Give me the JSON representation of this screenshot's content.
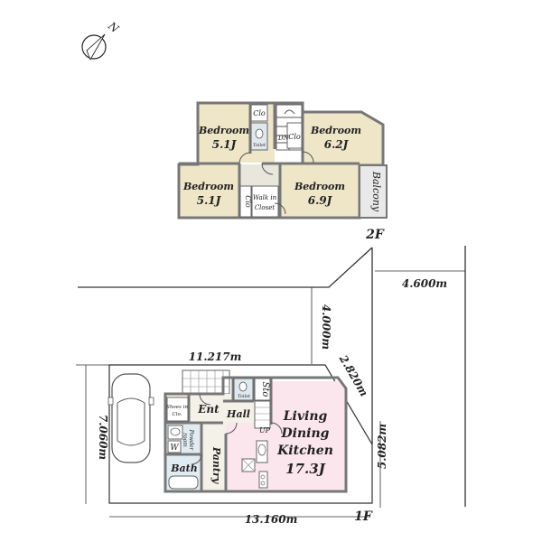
{
  "compass": {
    "label": "N"
  },
  "floor2": {
    "level": "2F",
    "rooms": {
      "bedroom_tl": {
        "name": "Bedroom",
        "size": "5.1J"
      },
      "bedroom_tr": {
        "name": "Bedroom",
        "size": "6.2J"
      },
      "bedroom_bl": {
        "name": "Bedroom",
        "size": "5.1J"
      },
      "bedroom_br": {
        "name": "Bedroom",
        "size": "6.9J"
      },
      "clo_1": "Clo",
      "clo_2": "Clo",
      "clo_3": "Clo",
      "toilet": "Toilet",
      "dn": "DN",
      "walkin_line1": "Walk in",
      "walkin_line2": "Closet",
      "balcony": "Balcony"
    }
  },
  "floor1": {
    "level": "1F",
    "rooms": {
      "ldk_line1": "Living",
      "ldk_line2": "Dining",
      "ldk_line3": "Kitchen",
      "ldk_size": "17.3J",
      "ent": "Ent",
      "hall": "Hall",
      "sto": "Sto",
      "toilet": "Toilet",
      "shoes_line1": "Shoes in",
      "shoes_line2": "Clo.",
      "w": "W",
      "powder_line1": "Powder",
      "powder_line2": "room",
      "bath": "Bath",
      "pantry": "Pantry",
      "up": "UP"
    }
  },
  "site": {
    "dim_top": "11.217m",
    "dim_bottom": "13.160m",
    "dim_left": "7.060m",
    "dim_right": "5.082m",
    "dim_diag": "2.820m",
    "dim_road_v": "4.000m",
    "dim_road_h": "4.600m"
  }
}
